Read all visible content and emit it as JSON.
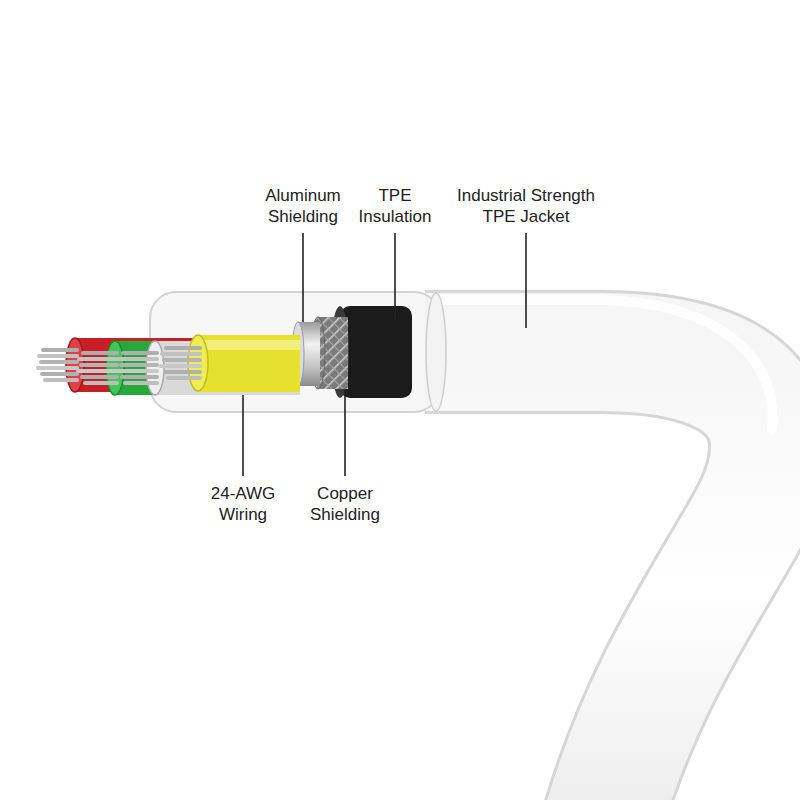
{
  "diagram": {
    "labels": [
      "Aluminum Shielding",
      "TPE Insulation",
      "Industrial Strength TPE Jacket",
      "24-AWG Wiring",
      "Copper Shielding"
    ]
  }
}
